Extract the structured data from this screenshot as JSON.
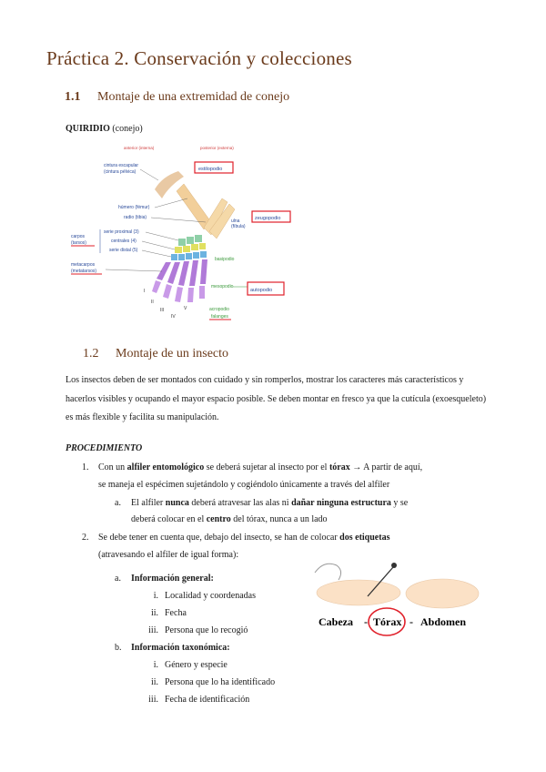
{
  "title": "Práctica 2. Conservación y colecciones",
  "sections": {
    "s1": {
      "num": "1.1",
      "heading": "Montaje de una extremidad de conejo"
    },
    "s2": {
      "num": "1.2",
      "heading": "Montaje de un insecto"
    }
  },
  "quiridio": {
    "bold": "QUIRIDIO",
    "rest": " (conejo)"
  },
  "figure1": {
    "anterior": "anterior (interna)",
    "posterior": "posterior (externa)",
    "cintura1": "cintura escapular",
    "cintura2": "(cintura pélvica)",
    "estilopodio": "estilopodio",
    "humero": "húmero (fémur)",
    "radio": "radio (tibia)",
    "ulna1": "ulna",
    "ulna2": "(fíbula)",
    "zeugopodio": "zeugopodio",
    "proximal": "serie proximal (3)",
    "centrales": "centrales (4)",
    "distal": "serie distal (5)",
    "carpos1": "carpos",
    "carpos2": "(tarsos)",
    "basipodio": "basipodio",
    "metacarpos1": "metacarpos",
    "metacarpos2": "(metatarsos)",
    "mesopodio": "mesopodio",
    "autopodio": "autopodio",
    "acropodio": "acropodio",
    "falanges": "falanges",
    "r1": "I",
    "r2": "II",
    "r3": "III",
    "r4": "IV",
    "r5": "V"
  },
  "paragraph": "Los insectos deben de ser montados con cuidado y sin romperlos, mostrar los caracteres más característicos y hacerlos visibles y ocupando el mayor espacio posible. Se deben montar en fresco ya que la cutícula (exoesqueleto) es más flexible y facilita su manipulación.",
  "procedimiento": "PROCEDIMIENTO",
  "step1": {
    "marker": "1.",
    "a": "Con un ",
    "b": "alfiler entomológico",
    "c": " se deberá sujetar al insecto por el ",
    "d": "tórax",
    "e": " → A partir de aquí,",
    "line2": "se maneja el espécimen sujetándolo y cogiéndolo únicamente a través del alfiler",
    "sub": {
      "marker": "a.",
      "a": "El alfiler ",
      "b": "nunca",
      "c": " deberá atravesar las alas ni ",
      "d": "dañar ninguna estructura",
      "e": " y se",
      "f": "deberá colocar en el ",
      "g": "centro",
      "h": " del tórax, nunca a un lado"
    }
  },
  "step2": {
    "marker": "2.",
    "a": "Se debe tener en cuenta que, debajo del insecto, se han de colocar ",
    "b": "dos etiquetas",
    "line2": "(atravesando el alfiler de igual forma):",
    "ga": {
      "marker": "a.",
      "label": "Información general:",
      "items": [
        {
          "m": "i.",
          "t": "Localidad y coordenadas"
        },
        {
          "m": "ii.",
          "t": "Fecha"
        },
        {
          "m": "iii.",
          "t": "Persona que lo recogió"
        }
      ]
    },
    "gb": {
      "marker": "b.",
      "label": "Información taxonómica:",
      "items": [
        {
          "m": "i.",
          "t": "Género y especie"
        },
        {
          "m": "ii.",
          "t": "Persona que lo ha identificado"
        },
        {
          "m": "iii.",
          "t": "Fecha de identificación"
        }
      ]
    }
  },
  "figure2": {
    "cabeza": "Cabeza",
    "dash1": "-",
    "torax": "Tórax",
    "dash2": "-",
    "abdomen": "Abdomen"
  },
  "colors": {
    "heading": "#6b3b1c",
    "label_blue": "#2a4a9a",
    "red_box": "#e0202a",
    "green_label": "#3c9a3c"
  }
}
